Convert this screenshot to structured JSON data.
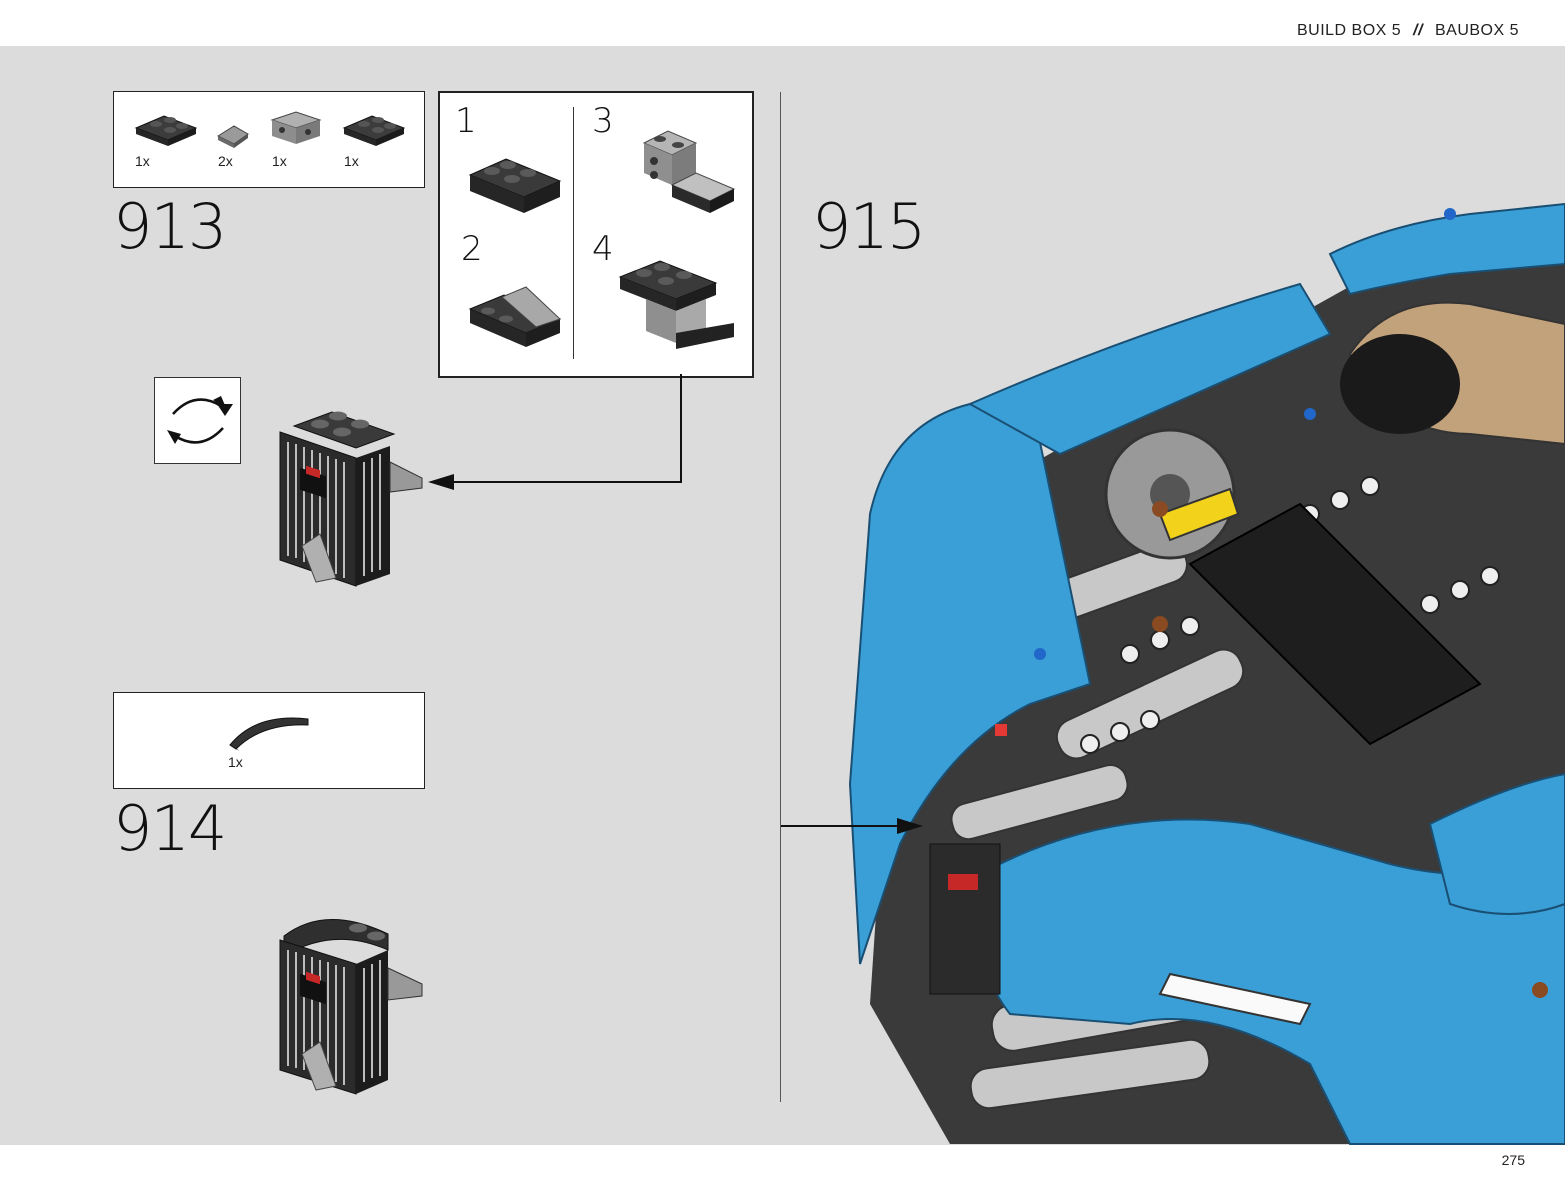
{
  "header": {
    "left": "BUILD BOX 5",
    "separator": "//",
    "right": "BAUBOX 5"
  },
  "step_913": {
    "number": "913",
    "parts": [
      {
        "icon": "dark-plate-2x2-icon",
        "qty": "1x"
      },
      {
        "icon": "grey-slope-icon",
        "qty": "2x"
      },
      {
        "icon": "grey-bracket-icon",
        "qty": "1x"
      },
      {
        "icon": "dark-plate-2x2-icon",
        "qty": "1x"
      }
    ],
    "sub_steps": [
      "1",
      "2",
      "3",
      "4"
    ]
  },
  "step_914": {
    "number": "914",
    "parts": [
      {
        "icon": "dark-curved-slope-icon",
        "qty": "1x"
      }
    ]
  },
  "step_915": {
    "number": "915"
  },
  "page_number": "275",
  "colors": {
    "panel": "#dcdcdc",
    "model_blue": "#3a9fd6",
    "brick_dark": "#3a3a3a",
    "brick_grey": "#a0a0a0"
  }
}
